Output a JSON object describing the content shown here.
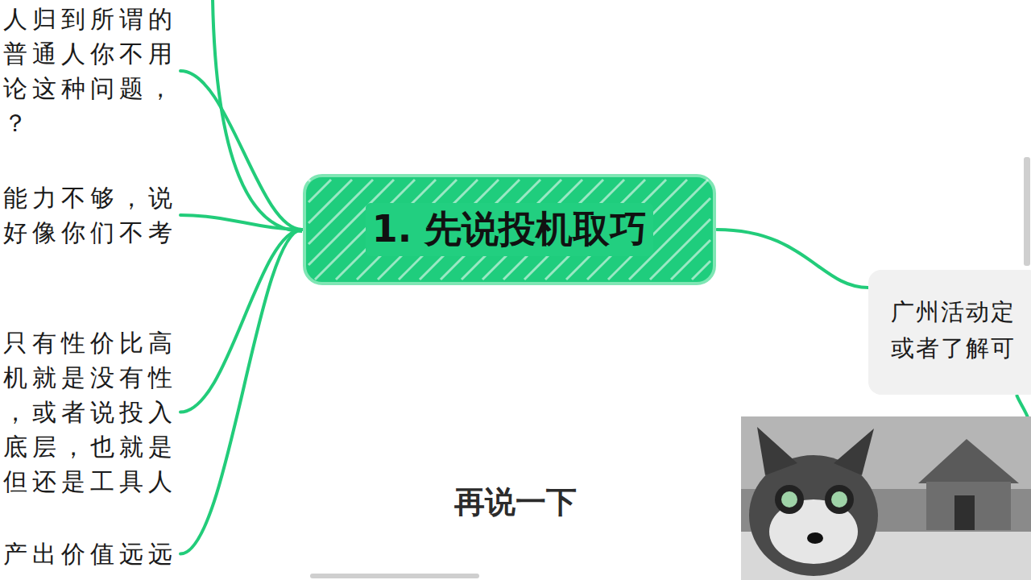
{
  "diagram": {
    "nodes": [
      {
        "text": [
          "1. 先说投机取巧"
        ]
      },
      {
        "text": [
          "人归到所谓的 普通人你不用 论这种问题， ？"
        ]
      },
      {
        "text": [
          "能力不够，说 好像你们不考"
        ]
      },
      {
        "text": [
          "只有性价比高 机就是没有性 ，或者说投入 底层，也就是 但还是工具人"
        ]
      },
      {
        "text": [
          "产出价值远远"
        ]
      },
      {
        "text": [
          "广州活动定 或者了解可"
        ]
      }
    ],
    "edges": [
      {
        "from": 0,
        "to": 1,
        "arrow": "none"
      },
      {
        "from": 0,
        "to": 2,
        "arrow": "none"
      },
      {
        "from": 0,
        "to": 3,
        "arrow": "none"
      },
      {
        "from": 0,
        "to": 4,
        "arrow": "none"
      },
      {
        "from": 0,
        "to": 5,
        "arrow": "none"
      }
    ],
    "labels": [
      "再说一下"
    ]
  }
}
